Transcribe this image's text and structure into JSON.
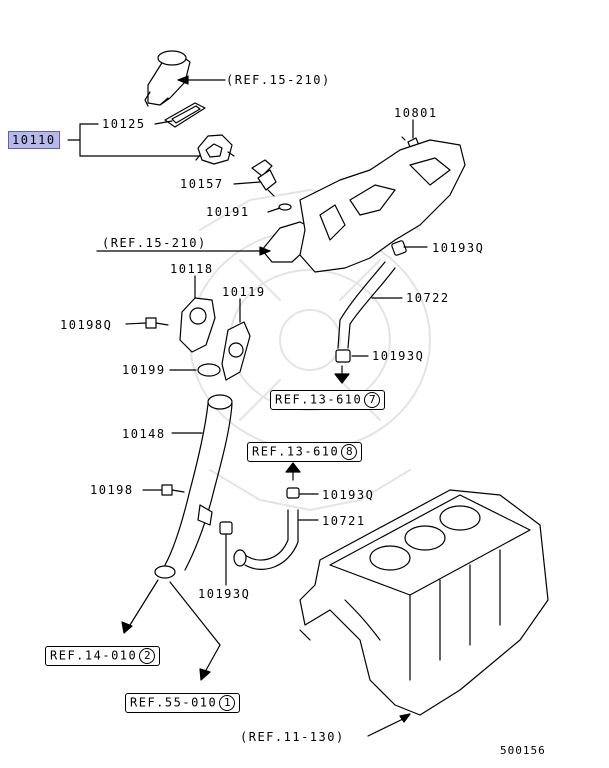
{
  "diagram_number": "500156",
  "highlighted_part": "10110",
  "part_labels": {
    "p10125": "10125",
    "p10801": "10801",
    "p10157": "10157",
    "p10191": "10191",
    "p10193q_a": "10193Q",
    "p10118": "10118",
    "p10119": "10119",
    "p10722": "10722",
    "p10198q": "10198Q",
    "p10193q_b": "10193Q",
    "p10199": "10199",
    "p10148": "10148",
    "p10193q_c": "10193Q",
    "p10198": "10198",
    "p10721": "10721",
    "p10193q_d": "10193Q"
  },
  "references": {
    "ref_15_210_top": "(REF.15-210)",
    "ref_15_210_mid": "(REF.15-210)",
    "ref_11_130": "(REF.11-130)",
    "ref_13_610_7": {
      "text": "REF.13-610",
      "num": "7"
    },
    "ref_13_610_8": {
      "text": "REF.13-610",
      "num": "8"
    },
    "ref_14_010_2": {
      "text": "REF.14-010",
      "num": "2"
    },
    "ref_55_010_1": {
      "text": "REF.55-010",
      "num": "1"
    }
  }
}
